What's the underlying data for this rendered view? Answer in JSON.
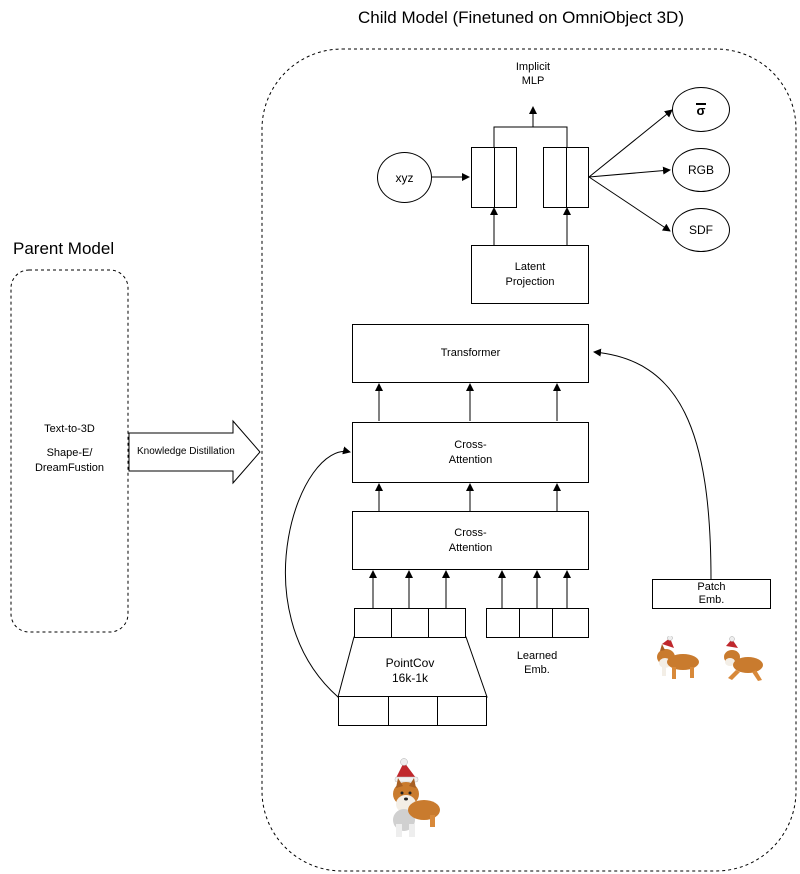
{
  "child_title": "Child Model (Finetuned on OmniObject 3D)",
  "parent_title": "Parent Model",
  "parent_box": {
    "line1": "Text-to-3D",
    "line2": "Shape-E/",
    "line3": "DreamFustion"
  },
  "distill_label": "Knowledge Distillation",
  "implicit_mlp": {
    "line1": "Implicit",
    "line2": "MLP"
  },
  "xyz": "xyz",
  "outputs": {
    "sigma": "σ",
    "rgb": "RGB",
    "sdf": "SDF"
  },
  "latent_projection": {
    "line1": "Latent",
    "line2": "Projection"
  },
  "transformer": "Transformer",
  "cross_attention_top": {
    "line1": "Cross-",
    "line2": "Attention"
  },
  "cross_attention_bottom": {
    "line1": "Cross-",
    "line2": "Attention"
  },
  "patch_emb": {
    "line1": "Patch",
    "line2": "Emb."
  },
  "learned_emb": {
    "line1": "Learned",
    "line2": "Emb."
  },
  "pointconv": {
    "line1": "PointCov",
    "line2": "16k-1k"
  }
}
